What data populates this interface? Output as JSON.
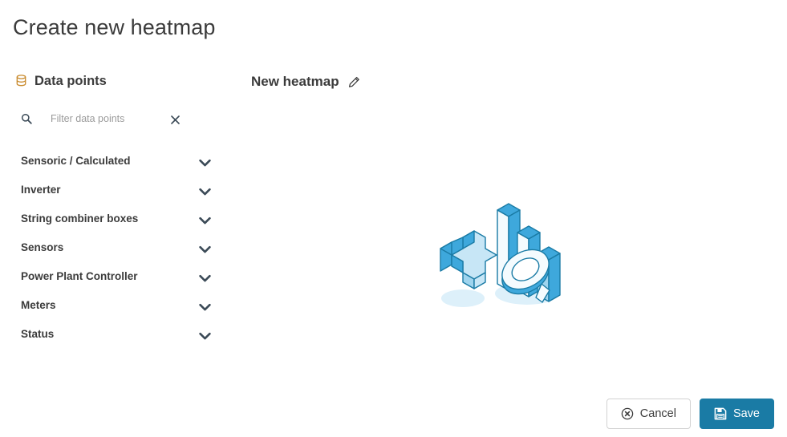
{
  "page": {
    "title": "Create new heatmap"
  },
  "sidebar": {
    "heading": "Data points",
    "heading_icon": "database-icon",
    "search": {
      "icon": "search-icon",
      "placeholder": "Filter data points",
      "value": "",
      "clear_icon": "close-icon"
    },
    "categories": [
      {
        "label": "Sensoric / Calculated",
        "expander_icon": "chevron-down-icon",
        "expanded": false
      },
      {
        "label": "Inverter",
        "expander_icon": "chevron-down-icon",
        "expanded": false
      },
      {
        "label": "String combiner boxes",
        "expander_icon": "chevron-down-icon",
        "expanded": false
      },
      {
        "label": "Sensors",
        "expander_icon": "chevron-down-icon",
        "expanded": false
      },
      {
        "label": "Power Plant Controller",
        "expander_icon": "chevron-down-icon",
        "expanded": false
      },
      {
        "label": "Meters",
        "expander_icon": "chevron-down-icon",
        "expanded": false
      },
      {
        "label": "Status",
        "expander_icon": "chevron-down-icon",
        "expanded": false
      }
    ]
  },
  "main": {
    "heatmap_name": "New heatmap",
    "edit_icon": "pencil-icon",
    "empty_illustration": "isometric-plus-barchart-magnifier-illustration"
  },
  "footer": {
    "cancel_label": "Cancel",
    "cancel_icon": "circle-x-icon",
    "save_label": "Save",
    "save_icon": "floppy-disk-icon"
  },
  "colors": {
    "accent_blue": "#1a7ba5",
    "illustration_mid_blue": "#3ea8dc",
    "illustration_light_blue": "#c7e6f6",
    "illustration_pale_blue": "#e2f2fb",
    "text_dark": "#3b3b3b",
    "text_muted": "#9b9b9b",
    "border_light": "#d2d2d2",
    "db_icon_orange": "#c98b2e"
  }
}
